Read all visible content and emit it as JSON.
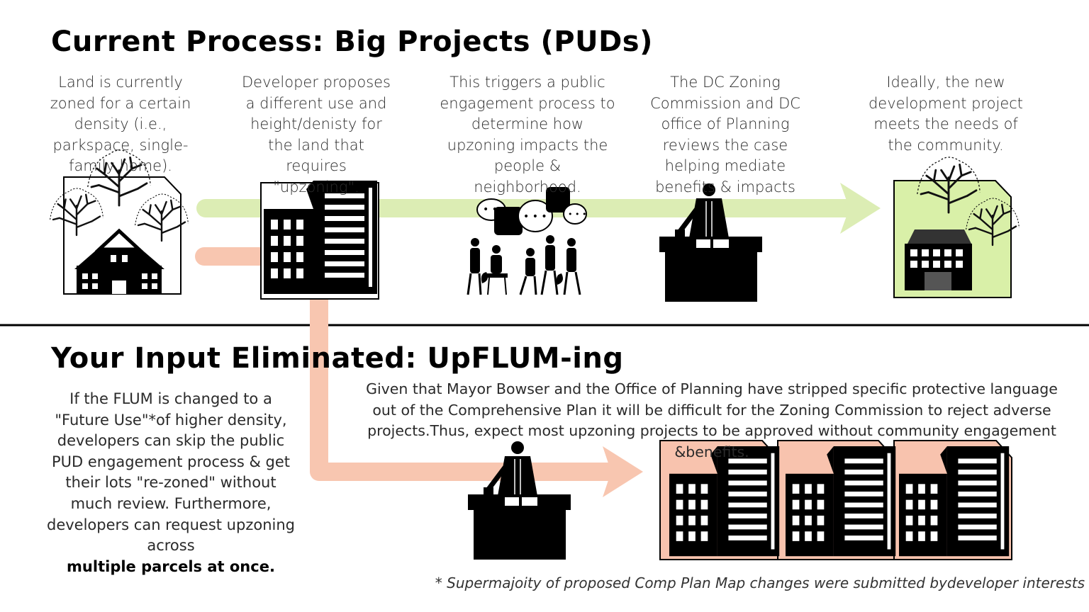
{
  "top_section": {
    "title": "Current Process: Big Projects (PUDs)",
    "steps": [
      {
        "text": "Land is currently zoned for a certain density  (i.e., parkspace, single-family home)."
      },
      {
        "text": "Developer proposes a different use and height/denisty for the land that requires \"upzoning\"."
      },
      {
        "text": "This triggers a public engagement process to determine how upzoning impacts the people & neighborhood."
      },
      {
        "text": "The DC Zoning Commission and DC office of Planning reviews the case helping mediate benefits & impacts"
      },
      {
        "text": "Ideally, the new development project meets the needs of the community."
      }
    ]
  },
  "bottom_section": {
    "title": "Your Input Eliminated: UpFLUM-ing",
    "left_text": "If  the FLUM is changed to a \"Future Use\"*of higher density, developers can skip the public PUD engagement process & get their lots \"re-zoned\" without much review. Furthermore, developers can request upzoning across",
    "left_text_bold": "multiple parcels at once.",
    "right_text": "Given that Mayor Bowser and the Office of Planning have stripped specific protective language out of the Comprehensive Plan it will be difficult for the Zoning Commission to reject adverse  projects.Thus, expect most upzoning projects to be approved without community engagement &benefits."
  },
  "footnote": "* Supermajoity of proposed Comp Plan Map changes were submitted bydeveloper interests",
  "colors": {
    "green_arrow": "#dcedb4",
    "green_fill": "#d9f0a8",
    "salmon_arrow": "#f8c6b0",
    "salmon_fill": "#f8c3ae",
    "black": "#000000"
  },
  "icons": [
    "tree-icon",
    "house-icon",
    "office-building-icon",
    "speech-bubble-icon",
    "people-icon",
    "judge-icon",
    "podium-icon"
  ]
}
